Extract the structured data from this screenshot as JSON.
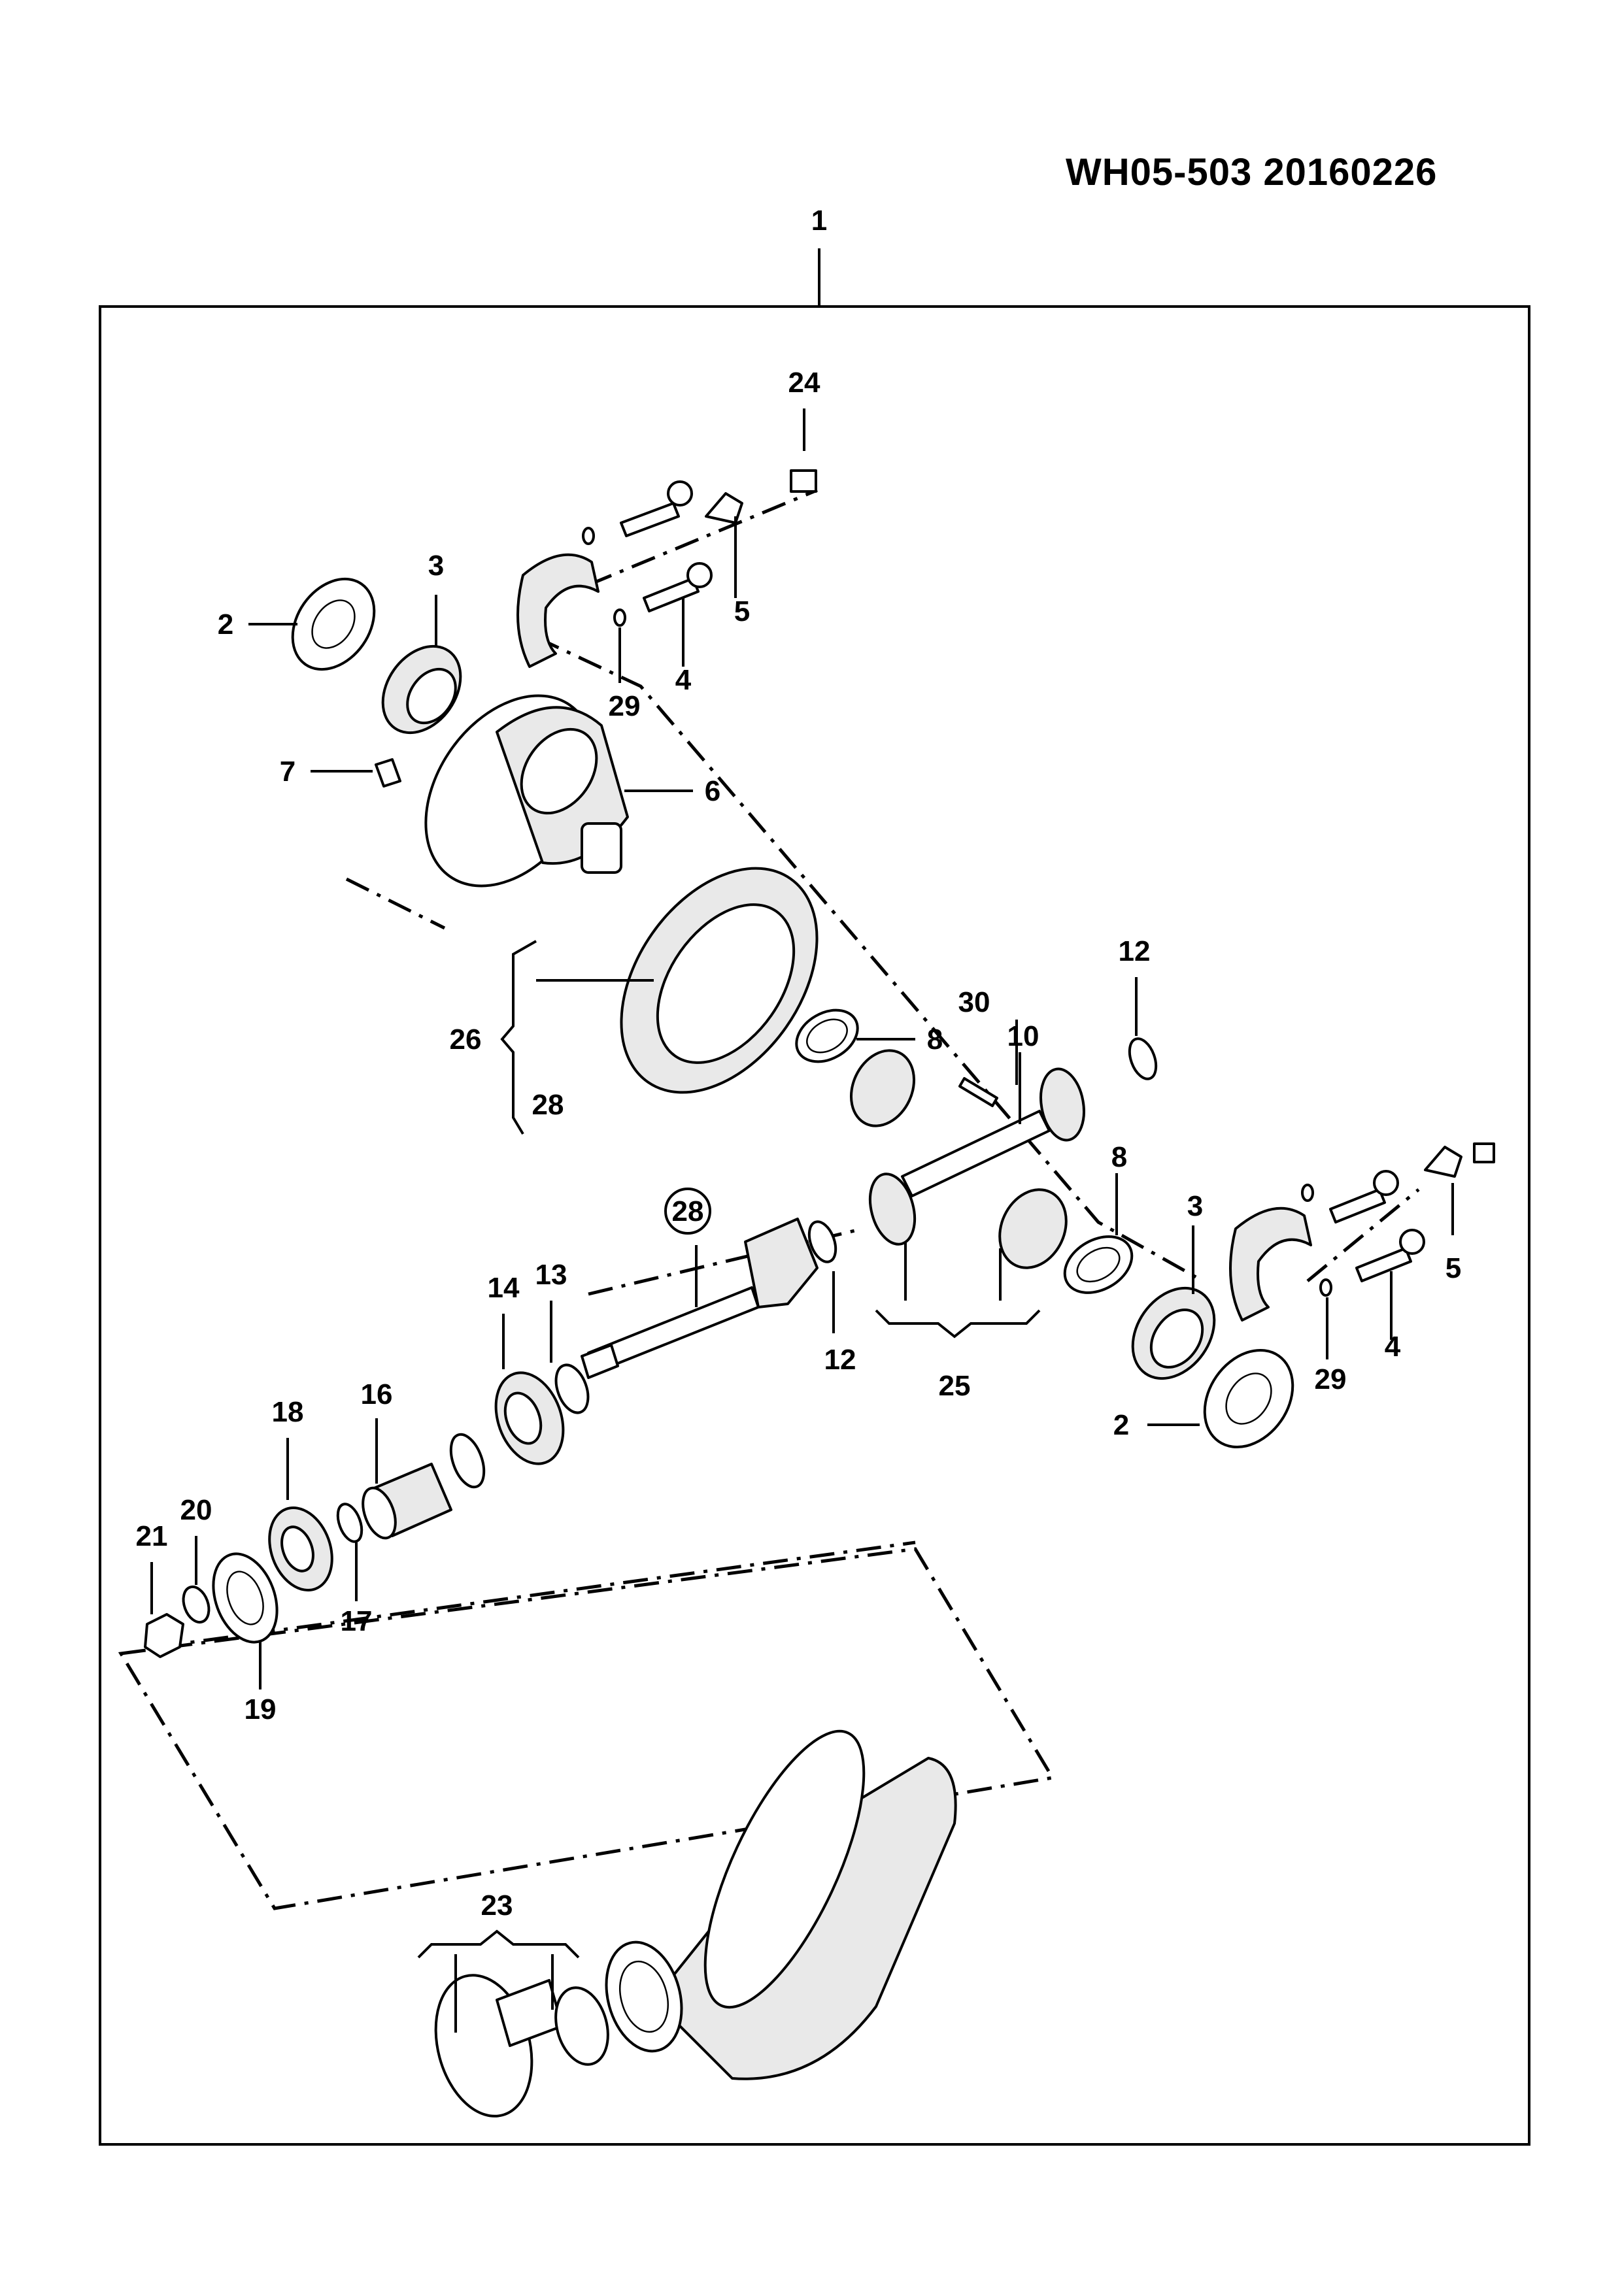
{
  "diagram": {
    "drawing_code": "WH05-503  20160226",
    "callouts": {
      "c1": "1",
      "c2a": "2",
      "c2b": "2",
      "c3a": "3",
      "c3b": "3",
      "c4a": "4",
      "c4b": "4",
      "c5a": "5",
      "c5b": "5",
      "c6": "6",
      "c7": "7",
      "c8a": "8",
      "c8b": "8",
      "c10": "10",
      "c12a": "12",
      "c12b": "12",
      "c13": "13",
      "c14": "14",
      "c16": "16",
      "c17": "17",
      "c18": "18",
      "c19": "19",
      "c20": "20",
      "c21": "21",
      "c23": "23",
      "c24": "24",
      "c25": "25",
      "c26": "26",
      "c28a": "28",
      "c28b": "28",
      "c29a": "29",
      "c29b": "29",
      "c30": "30"
    }
  }
}
